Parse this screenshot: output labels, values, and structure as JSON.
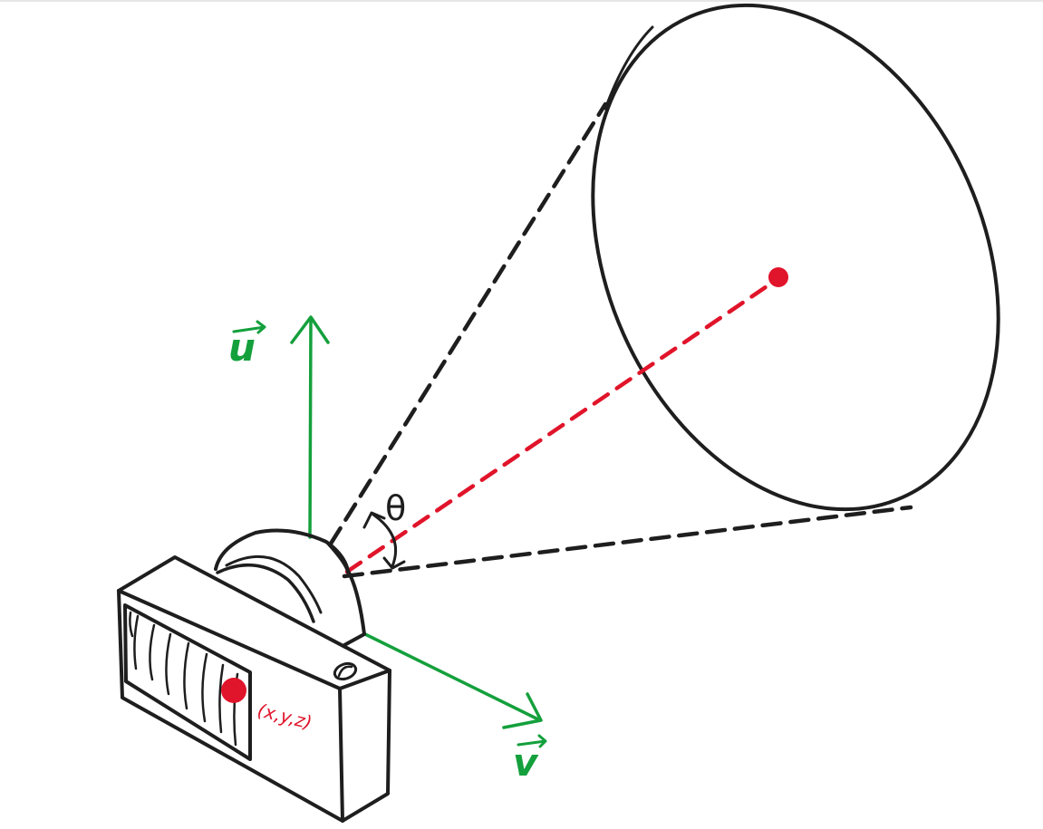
{
  "labels": {
    "up_vector": "u",
    "view_vector": "v",
    "angle": "θ",
    "position": "(x,y,z)"
  },
  "colors": {
    "ink": "#1e1e1e",
    "axis": "#14a03c",
    "target": "#e0142a",
    "background": "#ffffff"
  },
  "icons": {
    "camera": "camera-icon",
    "viewing_cone": "cone-outline",
    "target_point": "dot-icon"
  }
}
